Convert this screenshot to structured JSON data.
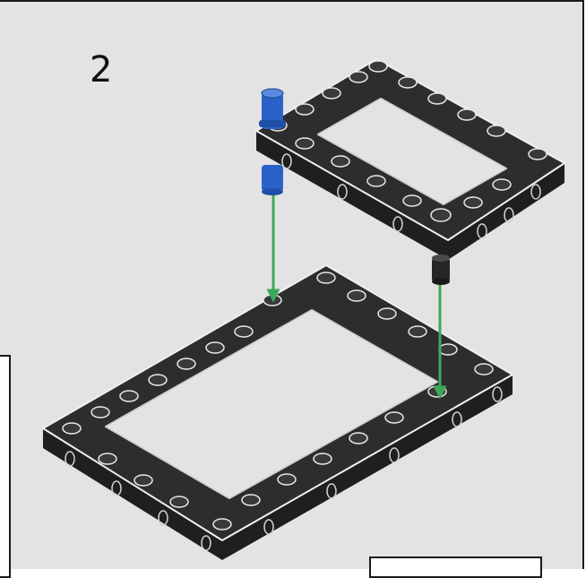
{
  "step": {
    "number": "2"
  },
  "colors": {
    "panel_background": "#e3e3e3",
    "frame_body": "#2b2b2b",
    "frame_edge": "#f0f0f0",
    "pin_blue": "#2a62c8",
    "arrow_green": "#3caa5a"
  },
  "parts": [
    {
      "name": "large-liftarm-frame",
      "color": "dark-gray"
    },
    {
      "name": "small-liftarm-frame",
      "color": "dark-gray"
    },
    {
      "name": "axle-pin",
      "color": "blue"
    },
    {
      "name": "connector-pin",
      "color": "black"
    }
  ],
  "arrows": [
    {
      "from": "axle-pin",
      "to": "large-liftarm-frame"
    },
    {
      "from": "connector-pin",
      "to": "large-liftarm-frame"
    }
  ]
}
